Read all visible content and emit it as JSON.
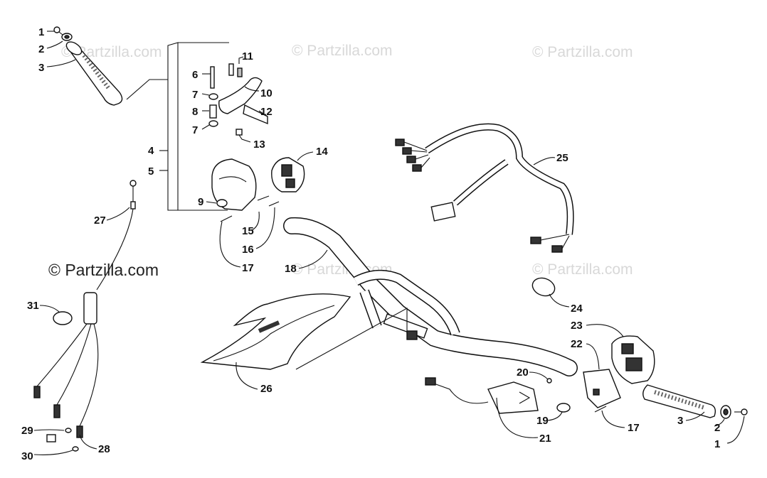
{
  "watermarks": {
    "light": "© Partzilla.com",
    "dark": "© Partzilla.com"
  },
  "callouts": [
    "1",
    "2",
    "3",
    "6",
    "7",
    "8",
    "7",
    "11",
    "10",
    "12",
    "13",
    "4",
    "5",
    "14",
    "9",
    "15",
    "16",
    "17",
    "18",
    "27",
    "31",
    "29",
    "30",
    "28",
    "26",
    "25",
    "24",
    "23",
    "22",
    "20",
    "19",
    "21",
    "17",
    "3",
    "2",
    "1"
  ],
  "colors": {
    "line": "#111111",
    "watermark": "#d8d8d8",
    "background": "#ffffff"
  }
}
